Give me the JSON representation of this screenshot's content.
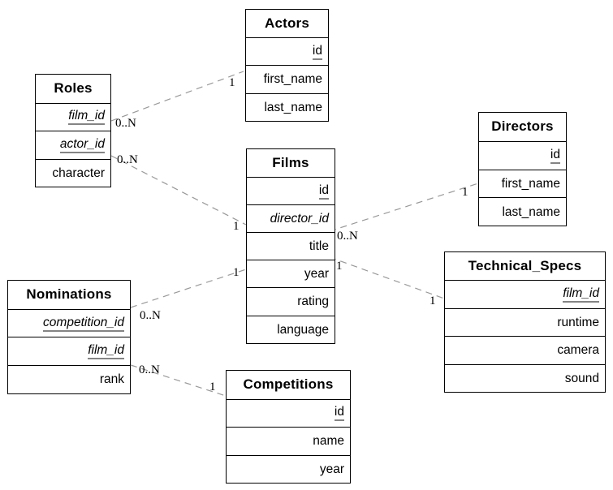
{
  "colors": {
    "background": "#ffffff",
    "table_border": "#000000",
    "text": "#000000",
    "pk_underline": "#848484",
    "relation_line": "#999999"
  },
  "tables": [
    {
      "name": "Actors",
      "fields": [
        {
          "text": "id",
          "pk": true,
          "fk": false
        },
        {
          "text": "first_name",
          "pk": false,
          "fk": false
        },
        {
          "text": "last_name",
          "pk": false,
          "fk": false
        }
      ]
    },
    {
      "name": "Roles",
      "fields": [
        {
          "text": "film_id",
          "pk": true,
          "fk": true
        },
        {
          "text": "actor_id",
          "pk": true,
          "fk": true
        },
        {
          "text": "character",
          "pk": false,
          "fk": false
        }
      ]
    },
    {
      "name": "Films",
      "fields": [
        {
          "text": "id",
          "pk": true,
          "fk": false
        },
        {
          "text": "director_id",
          "pk": false,
          "fk": true
        },
        {
          "text": "title",
          "pk": false,
          "fk": false
        },
        {
          "text": "year",
          "pk": false,
          "fk": false
        },
        {
          "text": "rating",
          "pk": false,
          "fk": false
        },
        {
          "text": "language",
          "pk": false,
          "fk": false
        }
      ]
    },
    {
      "name": "Directors",
      "fields": [
        {
          "text": "id",
          "pk": true,
          "fk": false
        },
        {
          "text": "first_name",
          "pk": false,
          "fk": false
        },
        {
          "text": "last_name",
          "pk": false,
          "fk": false
        }
      ]
    },
    {
      "name": "Nominations",
      "fields": [
        {
          "text": "competition_id",
          "pk": true,
          "fk": true
        },
        {
          "text": "film_id",
          "pk": true,
          "fk": true
        },
        {
          "text": "rank",
          "pk": false,
          "fk": false
        }
      ]
    },
    {
      "name": "Technical_Specs",
      "fields": [
        {
          "text": "film_id",
          "pk": true,
          "fk": true
        },
        {
          "text": "runtime",
          "pk": false,
          "fk": false
        },
        {
          "text": "camera",
          "pk": false,
          "fk": false
        },
        {
          "text": "sound",
          "pk": false,
          "fk": false
        }
      ]
    },
    {
      "name": "Competitions",
      "fields": [
        {
          "text": "id",
          "pk": true,
          "fk": false
        },
        {
          "text": "name",
          "pk": false,
          "fk": false
        },
        {
          "text": "year",
          "pk": false,
          "fk": false
        }
      ]
    }
  ],
  "relations": [
    {
      "from": "Roles",
      "to": "Actors",
      "from_card": "0..N",
      "to_card": "1"
    },
    {
      "from": "Roles",
      "to": "Films",
      "from_card": "0..N",
      "to_card": "1"
    },
    {
      "from": "Films",
      "to": "Directors",
      "from_card": "0..N",
      "to_card": "1"
    },
    {
      "from": "Films",
      "to": "Technical_Specs",
      "from_card": "1",
      "to_card": "1"
    },
    {
      "from": "Nominations",
      "to": "Films",
      "from_card": "0..N",
      "to_card": "1"
    },
    {
      "from": "Nominations",
      "to": "Competitions",
      "from_card": "0..N",
      "to_card": "1"
    }
  ]
}
